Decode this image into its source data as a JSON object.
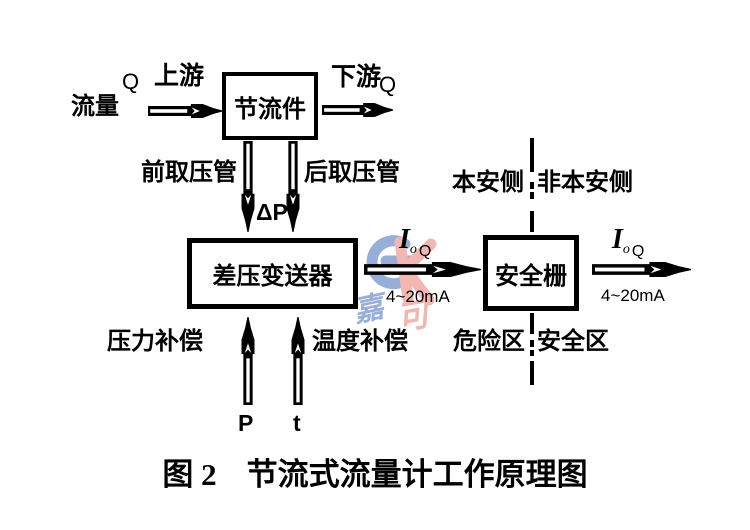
{
  "figure": {
    "caption_prefix": "图 2",
    "caption_title": "节流式流量计工作原理图"
  },
  "nodes": {
    "throttle": "节流件",
    "transmitter": "差压变送器",
    "barrier": "安全栅"
  },
  "flow": {
    "quantity": "流量",
    "q_in": "Q",
    "upstream": "上游",
    "downstream": "下游",
    "q_out": "Q"
  },
  "taps": {
    "front": "前取压管",
    "rear": "后取压管",
    "delta_p": "ΔP"
  },
  "compensation": {
    "pressure": "压力补偿",
    "temperature": "温度补偿",
    "p": "P",
    "t": "t"
  },
  "zones": {
    "intrinsic_safe": "本安侧",
    "non_intrinsic_safe": "非本安侧",
    "hazardous": "危险区",
    "safe": "安全区"
  },
  "signals": {
    "transmitter_out": {
      "symbol": "I",
      "sub_o": "o",
      "sub_q": "Q",
      "range": "4~20mA"
    },
    "barrier_out": {
      "symbol": "I",
      "sub_o": "o",
      "sub_q": "Q",
      "range": "4~20mA"
    }
  },
  "watermark": {
    "char_left": "嘉",
    "char_right": "可",
    "blue": "#7e9ccf",
    "pink": "#f0a69f"
  }
}
